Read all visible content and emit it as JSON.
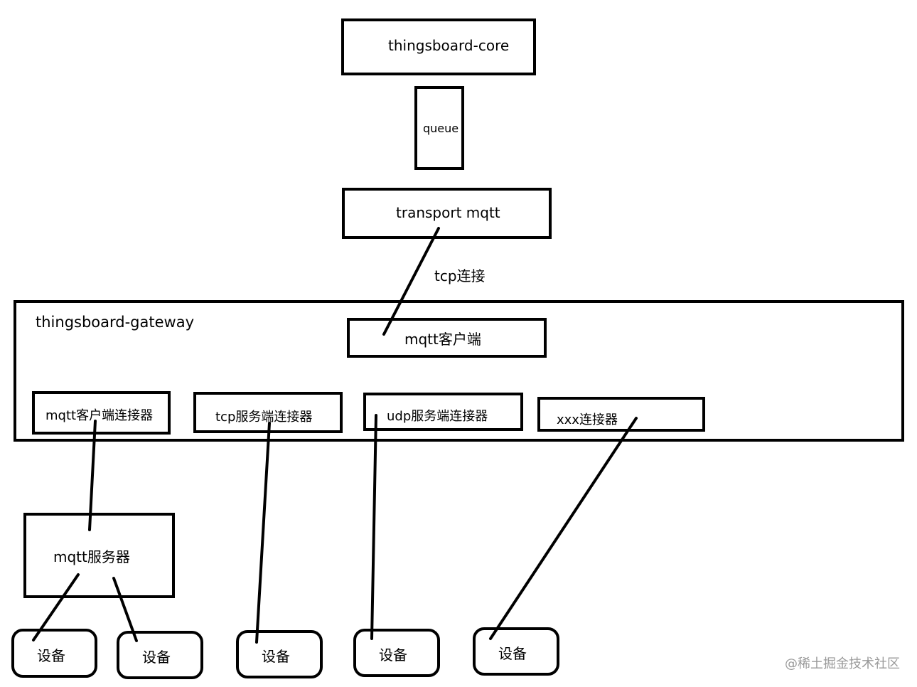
{
  "core": {
    "label": "thingsboard-core"
  },
  "queue": {
    "label": "queue"
  },
  "transport": {
    "label": "transport mqtt"
  },
  "tcp_connection": {
    "label": "tcp连接"
  },
  "gateway": {
    "title": "thingsboard-gateway",
    "mqtt_client": "mqtt客户端",
    "connectors": [
      "mqtt客户端连接器",
      "tcp服务端连接器",
      "udp服务端连接器",
      "xxx连接器"
    ]
  },
  "mqtt_server": {
    "label": "mqtt服务器"
  },
  "devices": [
    "设备",
    "设备",
    "设备",
    "设备",
    "设备"
  ],
  "watermark": "@稀土掘金技术社区"
}
